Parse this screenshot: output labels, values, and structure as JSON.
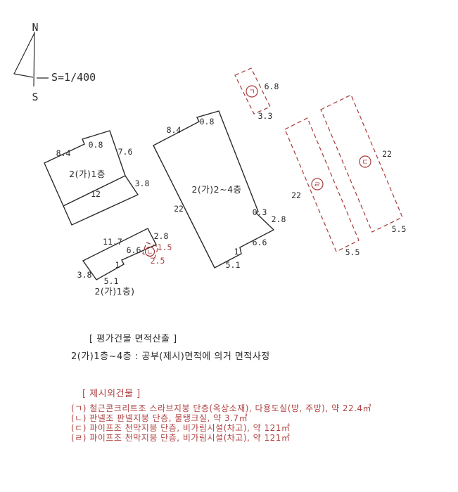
{
  "compass": {
    "north": "N",
    "south": "S",
    "scale": "S=1/400"
  },
  "buildings": {
    "a": {
      "label": "2(가)1층",
      "d_84": "8.4",
      "d_08": "0.8",
      "d_76": "7.6",
      "d_38": "3.8",
      "d_12": "12"
    },
    "b": {
      "label": "2(가)2~4층",
      "d_84": "8.4",
      "d_08": "0.8",
      "d_22": "22",
      "d_03": "0.3",
      "d_28": "2.8",
      "d_66": "6.6",
      "d_1": "1",
      "d_51": "5.1"
    },
    "c": {
      "label": "2(가)1층)",
      "d_117": "11.7",
      "d_28": "2.8",
      "d_66": "6.6",
      "d_1": "1",
      "d_38": "3.8",
      "d_51": "5.1"
    }
  },
  "extras": {
    "g": {
      "mark": "ㄱ",
      "d_long": "6.8",
      "d_short": "3.3"
    },
    "n": {
      "mark": "ㄴ",
      "d_1": "1.5",
      "d_2": "2.5"
    },
    "d": {
      "mark": "ㄷ",
      "d_long": "22",
      "d_short": "5.5"
    },
    "r": {
      "mark": "ㄹ",
      "d_long": "22",
      "d_short": "5.5"
    }
  },
  "notes": {
    "appraisal_title": "[ 평가건물 면적산출 ]",
    "appraisal_line": "2(가)1층~4층 : 공부(제시)면적에 의거 면적사정",
    "extra_title": "[ 제시외건물 ]",
    "extra_lines": [
      "(ㄱ) 철근콘크리트조 스라브지붕 단층(옥상소재), 다용도실(방, 주방), 약 22.4㎡",
      "(ㄴ) 판넬조 판넬지붕 단층, 물탱크실, 약 3.7㎡",
      "(ㄷ) 파이프조 천막지붕 단층, 비가림시설(차고), 약 121㎡",
      "(ㄹ) 파이프조 천막지붕 단층, 비가림시설(차고), 약 121㎡"
    ]
  },
  "colors": {
    "ink": "#2b2b2b",
    "red": "#a83a3a"
  }
}
